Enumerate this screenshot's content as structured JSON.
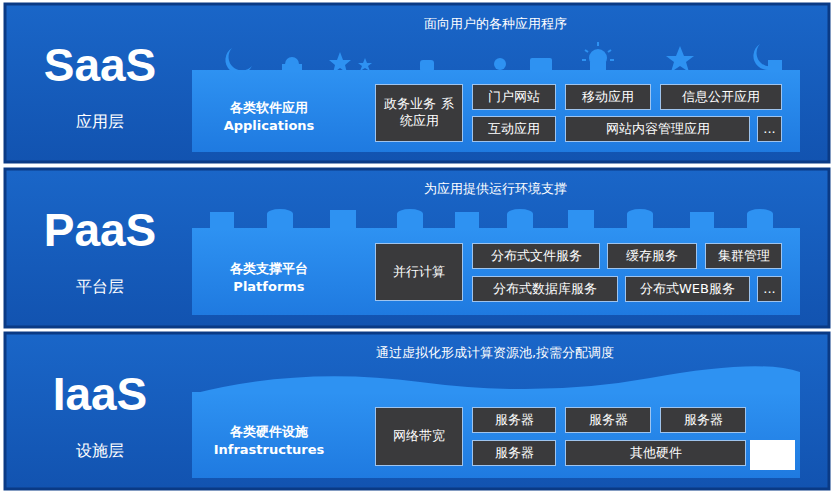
{
  "diagram": {
    "nodes": [
      {
        "text": [
          "SaaS",
          "应用层",
          "面向用户的各种应用程序"
        ]
      },
      {
        "text": [
          "各类软件应用 Applications"
        ],
        "in": 0
      },
      {
        "text": [
          "政务业务 系统应用"
        ],
        "in": 1
      },
      {
        "text": [
          "门户网站"
        ],
        "in": 1
      },
      {
        "text": [
          "移动应用"
        ],
        "in": 1
      },
      {
        "text": [
          "信息公开应用"
        ],
        "in": 1
      },
      {
        "text": [
          "互动应用"
        ],
        "in": 1
      },
      {
        "text": [
          "网站内容管理应用"
        ],
        "in": 1
      },
      {
        "text": [
          "..."
        ],
        "in": 1
      },
      {
        "text": [
          "PaaS",
          "平台层",
          "为应用提供运行环境支撑"
        ]
      },
      {
        "text": [
          "各类支撑平台 Platforms"
        ],
        "in": 9
      },
      {
        "text": [
          "并行计算"
        ],
        "in": 10
      },
      {
        "text": [
          "分布式文件服务"
        ],
        "in": 10
      },
      {
        "text": [
          "缓存服务"
        ],
        "in": 10
      },
      {
        "text": [
          "集群管理"
        ],
        "in": 10
      },
      {
        "text": [
          "分布式数据库服务"
        ],
        "in": 10
      },
      {
        "text": [
          "分布式WEB服务"
        ],
        "in": 10
      },
      {
        "text": [
          "..."
        ],
        "in": 10
      },
      {
        "text": [
          "IaaS",
          "设施层",
          "通过虚拟化形成计算资源池,按需分配调度"
        ]
      },
      {
        "text": [
          "各类硬件设施 Infrastructures"
        ],
        "in": 18
      },
      {
        "text": [
          "网络带宽"
        ],
        "in": 19
      },
      {
        "text": [
          "服务器"
        ],
        "in": 19
      },
      {
        "text": [
          "服务器"
        ],
        "in": 19
      },
      {
        "text": [
          "服务器"
        ],
        "in": 19
      },
      {
        "text": [
          "服务器"
        ],
        "in": 19
      },
      {
        "text": [
          "其他硬件"
        ],
        "in": 19
      }
    ]
  }
}
